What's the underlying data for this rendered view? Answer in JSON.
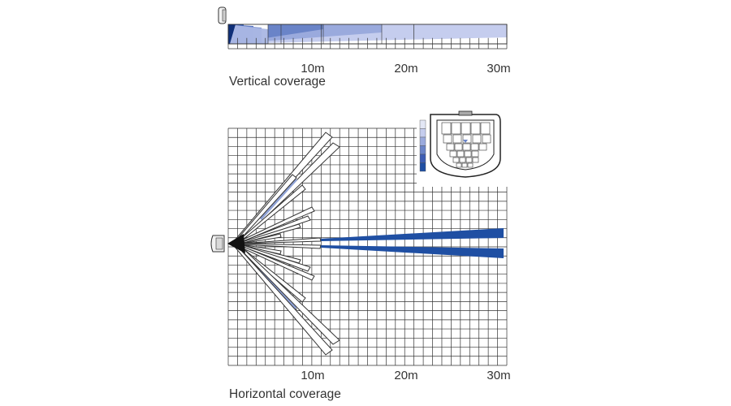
{
  "vertical": {
    "caption": "Vertical coverage",
    "ticks": [
      "10m",
      "20m",
      "30m"
    ],
    "tick_positions_m": [
      10,
      20,
      30
    ]
  },
  "horizontal": {
    "caption": "Horizontal coverage",
    "ticks": [
      "10m",
      "20m",
      "30m"
    ],
    "tick_positions_m": [
      10,
      20,
      30
    ]
  },
  "colors": {
    "dark": "#1f4fa3",
    "medium": "#6a84c8",
    "light": "#c5cdee",
    "grid": "#333333"
  }
}
